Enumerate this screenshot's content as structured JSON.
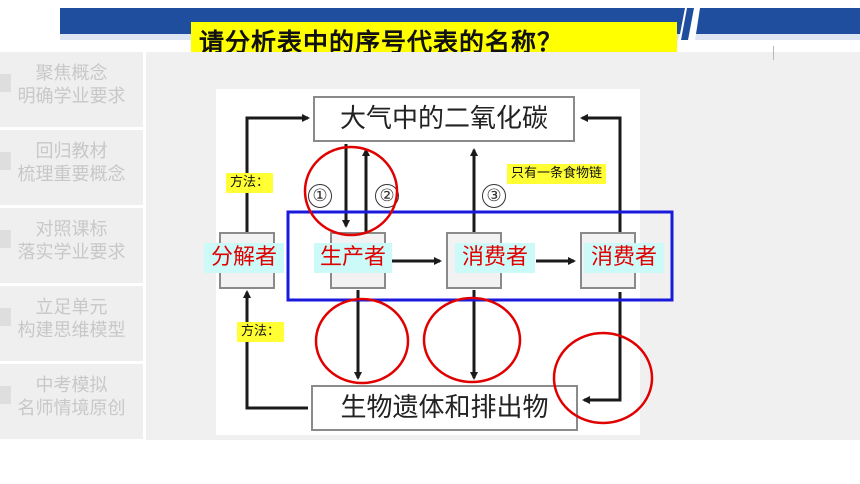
{
  "title": "请分析表中的序号代表的名称？",
  "sidebar": {
    "items": [
      {
        "line1": "聚焦概念",
        "line2": "明确学业要求"
      },
      {
        "line1": "回归教材",
        "line2": "梳理重要概念"
      },
      {
        "line1": "对照课标",
        "line2": "落实学业要求"
      },
      {
        "line1": "立足单元",
        "line2": "构建思维模型"
      },
      {
        "line1": "中考模拟",
        "line2": "名师情境原创"
      }
    ]
  },
  "diagram": {
    "top_box": "大气中的二氧化碳",
    "bottom_box": "生物遗体和排出物",
    "nodes": {
      "decomposer": "分解者",
      "producer": "生产者",
      "consumer1": "消费者",
      "consumer2": "消费者"
    },
    "numbers": {
      "n1": "①",
      "n2": "②",
      "n3": "③"
    },
    "notes": {
      "method_upper": "方法：",
      "method_lower": "方法：",
      "food_chain": "只有一条食物链"
    }
  },
  "colors": {
    "title_bg": "#ffff00",
    "banner": "#1f4e9e",
    "highlight_red": "#e00000",
    "rect_blue": "#1a1adc",
    "label_bg": "#ccfaf9"
  }
}
